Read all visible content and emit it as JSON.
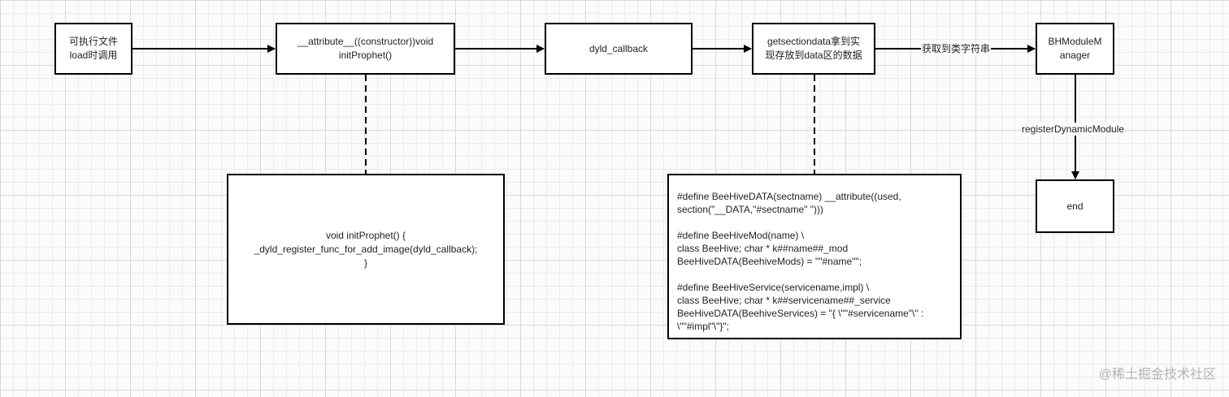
{
  "nodes": {
    "executable": {
      "label": "可执行文件\nload时调用"
    },
    "constructor_attr": {
      "label": "__attribute__((constructor))void\ninitProphet()"
    },
    "dyld_callback": {
      "label": "dyld_callback"
    },
    "getsectiondata": {
      "label": "getsectiondata拿到实\n现存放到data区的数据"
    },
    "bhmodule_manager": {
      "label": "BHModuleM\nanager"
    },
    "end": {
      "label": "end"
    },
    "init_prophet_code": {
      "label": "void initProphet() {\n_dyld_register_func_for_add_image(dyld_callback);\n}"
    },
    "beehive_macros": {
      "label": "#define BeeHiveDATA(sectname) __attribute((used, section(\"__DATA,\"#sectname\" \")))\n\n#define BeeHiveMod(name) \\\nclass BeeHive; char * k##name##_mod BeeHiveDATA(BeehiveMods) = \"\"#name\"\";\n\n#define BeeHiveService(servicename,impl) \\\nclass BeeHive; char * k##servicename##_service BeeHiveDATA(BeehiveServices) = \"{ \\\"\"#servicename\"\\\" : \\\"\"#impl\"\\\"}\";"
    }
  },
  "edges": {
    "getsectiondata_to_manager": {
      "label": "获取到类字符串"
    },
    "manager_to_end": {
      "label": "registerDynamicModule"
    }
  },
  "watermark": {
    "text": "@稀土掘金技术社区"
  },
  "colors": {
    "stroke": "#000000",
    "grid_major": "#d9d9d9",
    "grid_minor": "#ececec",
    "watermark": "#b4b4b4"
  }
}
